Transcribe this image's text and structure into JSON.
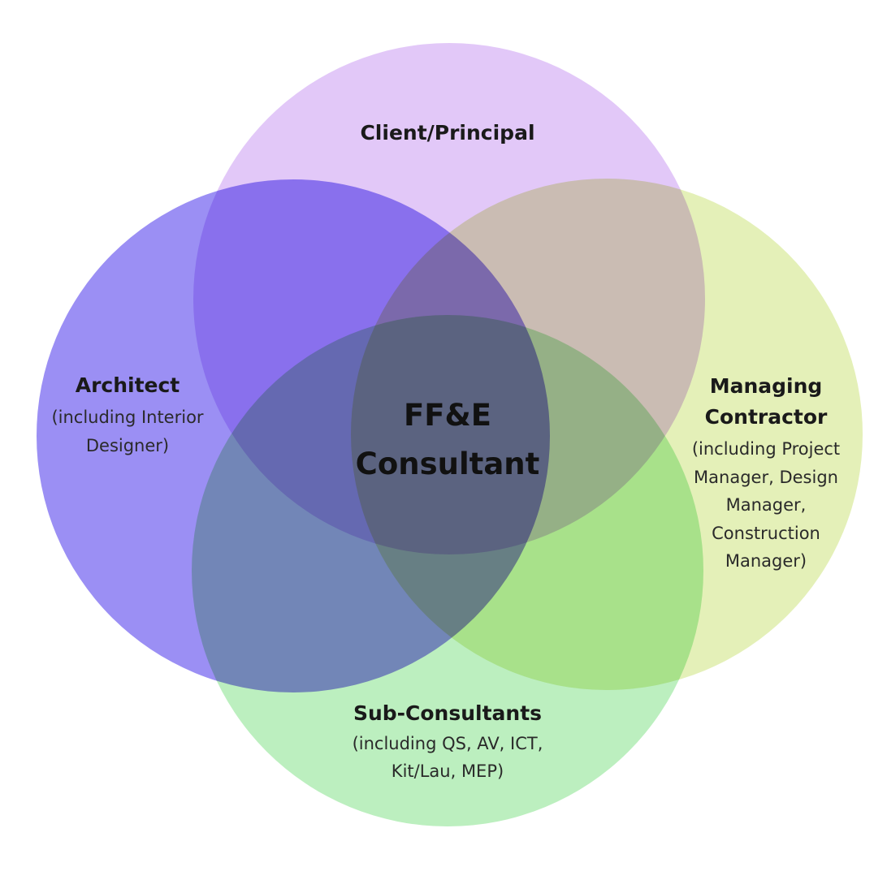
{
  "diagram": {
    "type": "venn",
    "colors": {
      "client": "#e2c8f8",
      "architect": "#9b8ff4",
      "contractor": "#e4f0b8",
      "subconsultants": "#bcefbf",
      "text": "#1a1a1a"
    },
    "sets": [
      {
        "id": "client",
        "title": "Client/Principal",
        "details": []
      },
      {
        "id": "architect",
        "title": "Architect",
        "details": [
          "(including Interior",
          "Designer)"
        ]
      },
      {
        "id": "contractor",
        "title_lines": [
          "Managing",
          "Contractor"
        ],
        "details": [
          "(including Project",
          "Manager, Design",
          "Manager,",
          "Construction",
          "Manager)"
        ]
      },
      {
        "id": "subconsultants",
        "title": "Sub-Consultants",
        "details": [
          "(including QS, AV, ICT,",
          "Kit/Lau, MEP)"
        ]
      }
    ],
    "center": {
      "lines": [
        "FF&E",
        "Consultant"
      ]
    }
  }
}
